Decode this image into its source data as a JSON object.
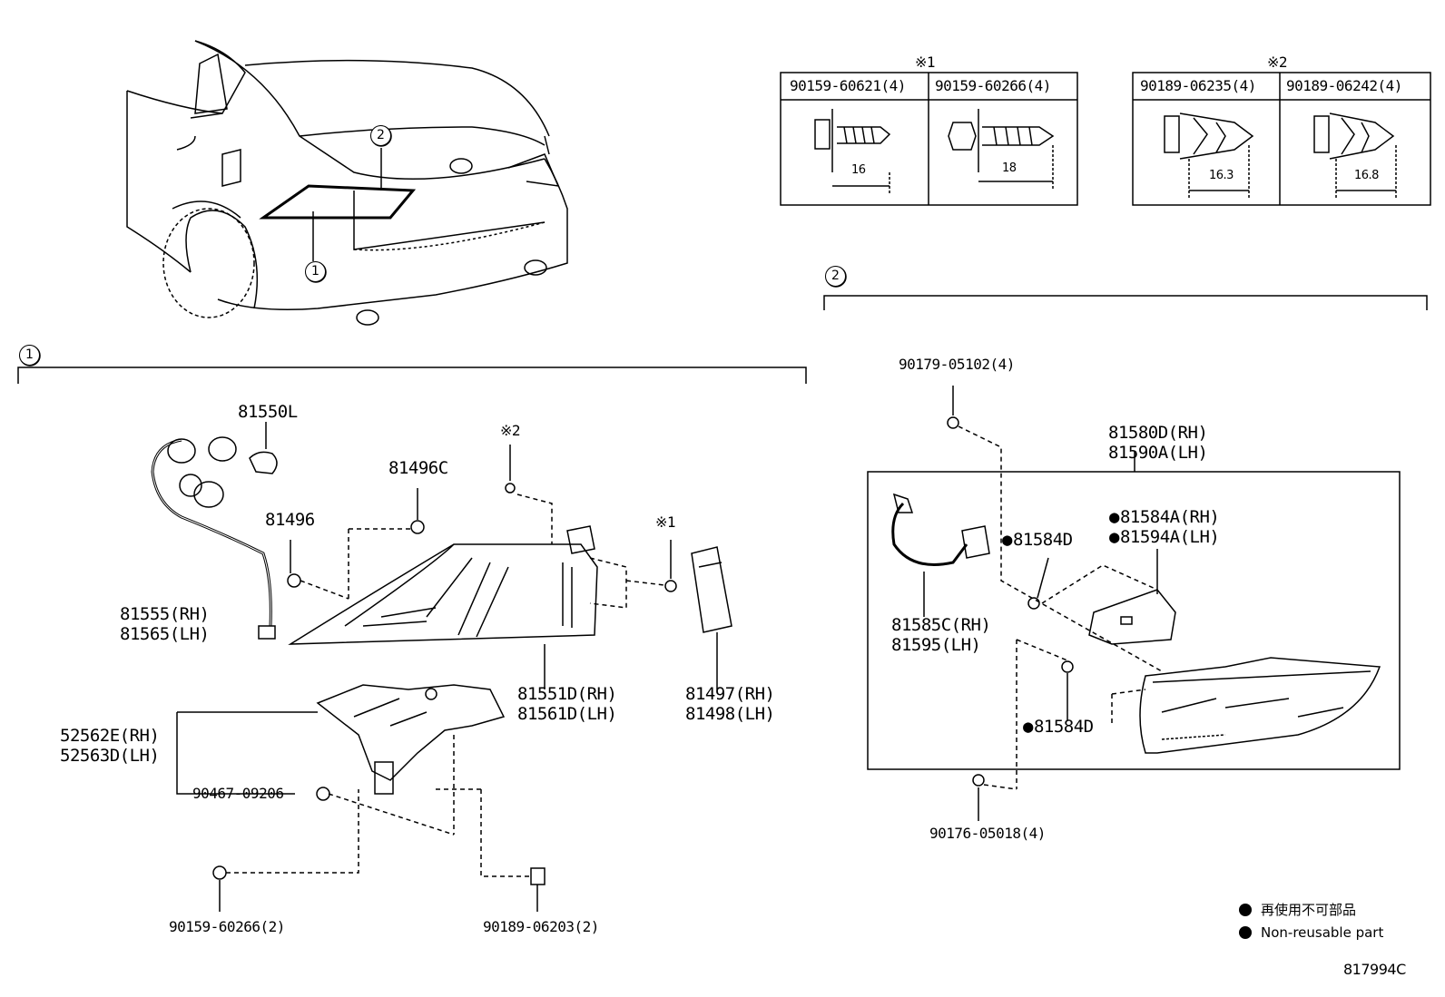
{
  "diagram_id": "817994C",
  "section_markers": {
    "one": "1",
    "two": "2"
  },
  "table1": {
    "mark": "※1",
    "col1": {
      "part": "90159-60621(4)",
      "dim": "16"
    },
    "col2": {
      "part": "90159-60266(4)",
      "dim": "18"
    }
  },
  "table2": {
    "mark": "※2",
    "col1": {
      "part": "90189-06235(4)",
      "dim": "16.3"
    },
    "col2": {
      "part": "90189-06242(4)",
      "dim": "16.8"
    }
  },
  "section1": {
    "bulb": "81550L",
    "socket_a": "81496C",
    "socket_b": "81496",
    "mark_clip": "※2",
    "mark_screw": "※1",
    "harness_rh": "81555(RH)",
    "harness_lh": "81565(LH)",
    "lamp_rh": "81551D(RH)",
    "lamp_lh": "81561D(LH)",
    "cover_rh": "81497(RH)",
    "cover_lh": "81498(LH)",
    "bracket_rh": "52562E(RH)",
    "bracket_lh": "52563D(LH)",
    "bolt": "90467-09206",
    "screw": "90159-60266(2)",
    "clip": "90189-06203(2)"
  },
  "section2": {
    "nut_top": "90179-05102(4)",
    "lamp_rh": "81580D(RH)",
    "lamp_lh": "81590A(LH)",
    "gasket_a": "81584D",
    "gasket_b": "81584D",
    "cover_rh": "81584A(RH)",
    "cover_lh": "81594A(LH)",
    "wire_rh": "81585C(RH)",
    "wire_lh": "81595(LH)",
    "nut_bottom": "90176-05018(4)"
  },
  "legend": {
    "jp": "再使用不可部品",
    "en": "Non-reusable part"
  }
}
